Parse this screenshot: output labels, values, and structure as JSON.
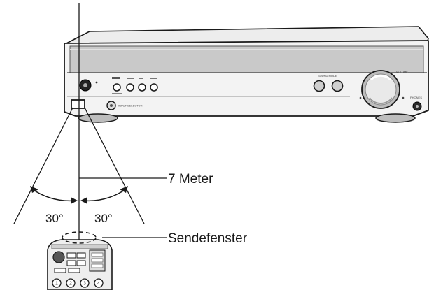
{
  "callouts": {
    "distance": "7 Meter",
    "window": "Sendefenster"
  },
  "angles": {
    "left": "30°",
    "right": "30°"
  },
  "receiver_labels": {
    "input_selector": "INPUT SELECTOR",
    "sound_mode": "SOUND MODE",
    "phones": "PHONES",
    "volume": "VOLUME"
  },
  "remote_labels": {
    "numbers": [
      "1",
      "2",
      "3",
      "4"
    ]
  },
  "colors": {
    "line": "#1a1a1a",
    "body_light": "#f4f4f4",
    "panel": "#d8d8d8",
    "shadow": "#8a8a8a"
  }
}
